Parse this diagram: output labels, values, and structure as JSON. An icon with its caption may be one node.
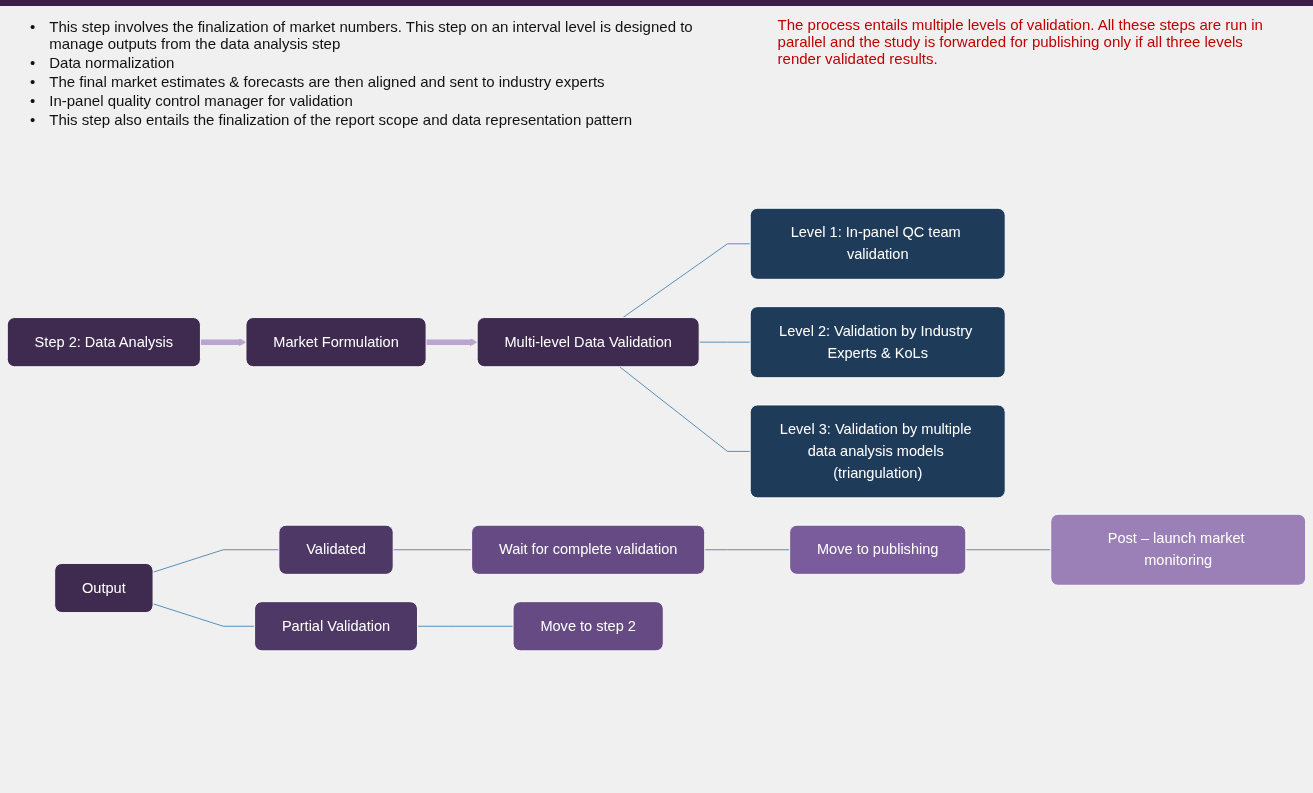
{
  "diagram": {
    "nodes": [
      {
        "text": [
          "Step 2: Data Analysis"
        ]
      },
      {
        "text": [
          "Market Formulation"
        ]
      },
      {
        "text": [
          "Multi-level Data Validation"
        ]
      },
      {
        "text": [
          "Level 1: In-panel QC team validation"
        ]
      },
      {
        "text": [
          "Level 2: Validation by Industry Experts & KoLs"
        ]
      },
      {
        "text": [
          "Level 3: Validation by multiple data analysis models (triangulation)"
        ]
      },
      {
        "text": [
          "Output"
        ]
      },
      {
        "text": [
          "Validated"
        ]
      },
      {
        "text": [
          "Partial Validation"
        ]
      },
      {
        "text": [
          "Wait for complete validation"
        ]
      },
      {
        "text": [
          "Move to publishing"
        ]
      },
      {
        "text": [
          "Post – launch market monitoring"
        ]
      },
      {
        "text": [
          "Move to step 2"
        ]
      }
    ],
    "edges": [
      {
        "from": 0,
        "to": 1,
        "arrow": "to",
        "style": "thick",
        "color": "#b9a5cf"
      },
      {
        "from": 1,
        "to": 2,
        "arrow": "to",
        "style": "thick",
        "color": "#b9a5cf"
      },
      {
        "from": 2,
        "to": 3,
        "arrow": "none"
      },
      {
        "from": 2,
        "to": 4,
        "arrow": "none"
      },
      {
        "from": 2,
        "to": 5,
        "arrow": "none"
      },
      {
        "from": 6,
        "to": 7,
        "arrow": "none"
      },
      {
        "from": 6,
        "to": 8,
        "arrow": "none"
      },
      {
        "from": 7,
        "to": 9,
        "arrow": "none"
      },
      {
        "from": 9,
        "to": 10,
        "arrow": "none"
      },
      {
        "from": 10,
        "to": 11,
        "arrow": "none"
      },
      {
        "from": 8,
        "to": 12,
        "arrow": "none"
      }
    ],
    "labels": [
      "•",
      "This step involves the finalization of market numbers. This step on an interval level is designed to manage outputs from the data analysis step",
      "•",
      "Data normalization",
      "•",
      "The final market estimates & forecasts are then aligned and sent to industry experts",
      "•",
      "In-panel quality control manager for validation",
      "•",
      "This step also entails the finalization of the report scope and data representation pattern",
      "The process entails multiple levels of validation. All these steps are run in parallel and the study is forwarded for publishing only if all three levels render validated results."
    ]
  }
}
